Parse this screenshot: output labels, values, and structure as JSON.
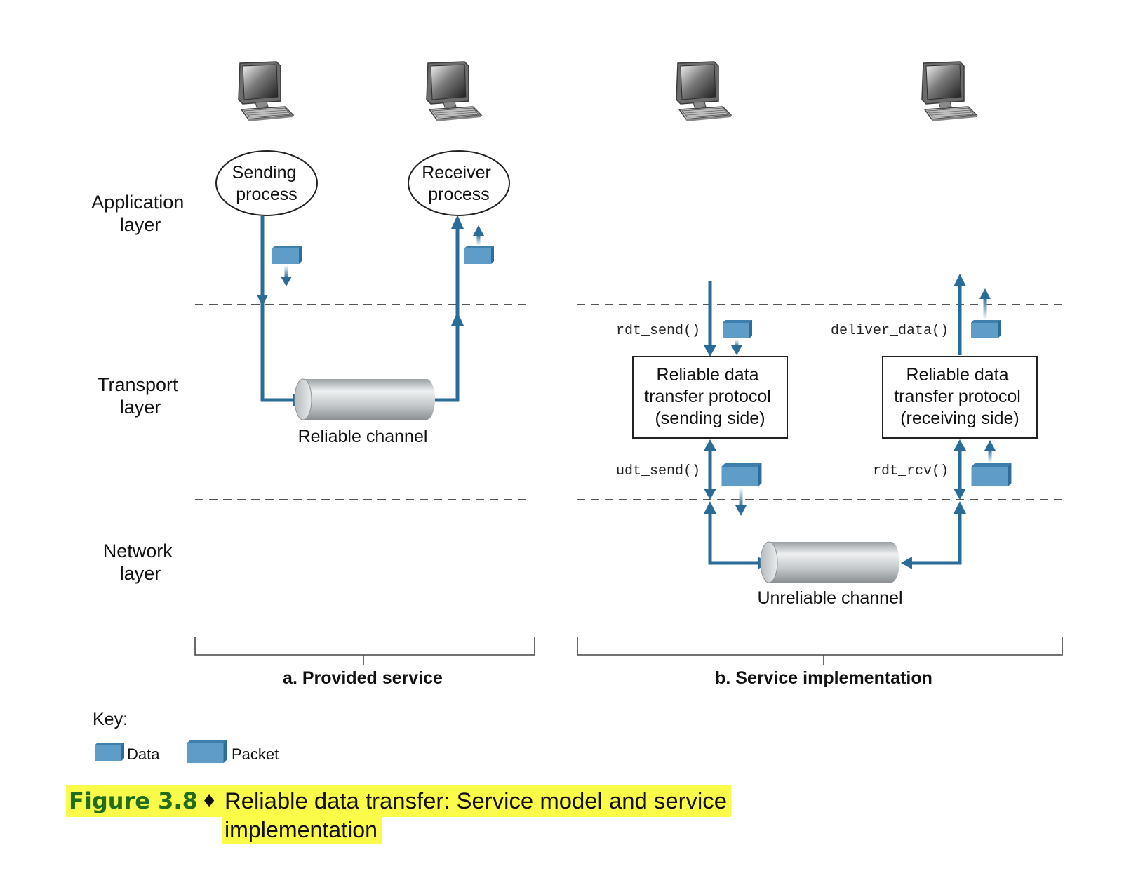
{
  "layers": {
    "application": [
      "Application",
      "layer"
    ],
    "transport": [
      "Transport",
      "layer"
    ],
    "network": [
      "Network",
      "layer"
    ]
  },
  "panel_a": {
    "sender": [
      "Sending",
      "process"
    ],
    "receiver": [
      "Receiver",
      "process"
    ],
    "channel": "Reliable channel",
    "label": "a. Provided service"
  },
  "panel_b": {
    "rdt_send": "rdt_send()",
    "deliver_data": "deliver_data()",
    "udt_send": "udt_send()",
    "rdt_rcv": "rdt_rcv()",
    "sending_box": [
      "Reliable data",
      "transfer protocol",
      "(sending side)"
    ],
    "receiving_box": [
      "Reliable data",
      "transfer protocol",
      "(receiving side)"
    ],
    "channel": "Unreliable channel",
    "label": "b. Service implementation"
  },
  "key": {
    "title": "Key:",
    "data": "Data",
    "packet": "Packet"
  },
  "caption": {
    "number": "Figure 3.8",
    "separator": "♦",
    "line1": "Reliable data transfer: Service model and service",
    "line2": "implementation"
  },
  "colors": {
    "flow": "#2a6b98",
    "data_block": "#5f9cc8",
    "highlight": "#fbfb4a",
    "figure_number": "#1f6d1f"
  },
  "icons": [
    "computer-icon",
    "data-icon",
    "packet-icon",
    "channel-pipe-icon"
  ]
}
